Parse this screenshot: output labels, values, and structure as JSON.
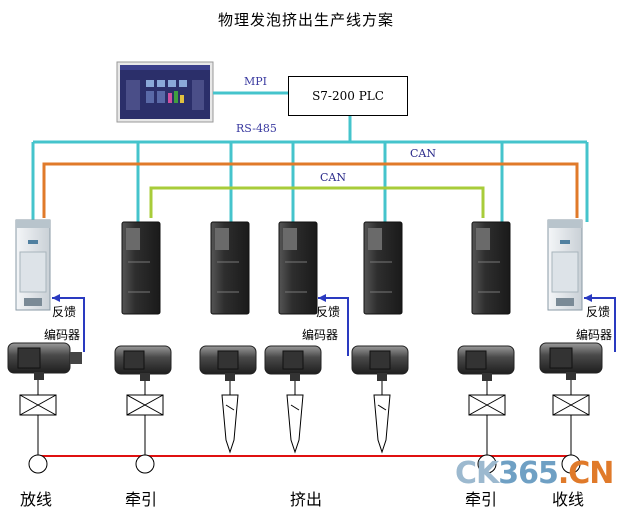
{
  "title": "物理发泡挤出生产线方案",
  "plc_label": "S7-200 PLC",
  "links": {
    "mpi": "MPI",
    "rs485": "RS-485",
    "can_outer": "CAN",
    "can_inner": "CAN"
  },
  "feedback_label": "反馈",
  "encoder_label": "编码器",
  "stations": {
    "unwind": "放线",
    "traction_left": "牵引",
    "extrude": "挤出",
    "traction_right": "牵引",
    "winding": "收线"
  },
  "watermark": {
    "part1": "CK",
    "part2": "365",
    "part3": ".CN"
  },
  "colors": {
    "rs485": "#45c4cc",
    "can_outer": "#e07a2a",
    "can_inner": "#a8cc3a",
    "line": "#e01010",
    "hmi": "#2b2f6a"
  }
}
